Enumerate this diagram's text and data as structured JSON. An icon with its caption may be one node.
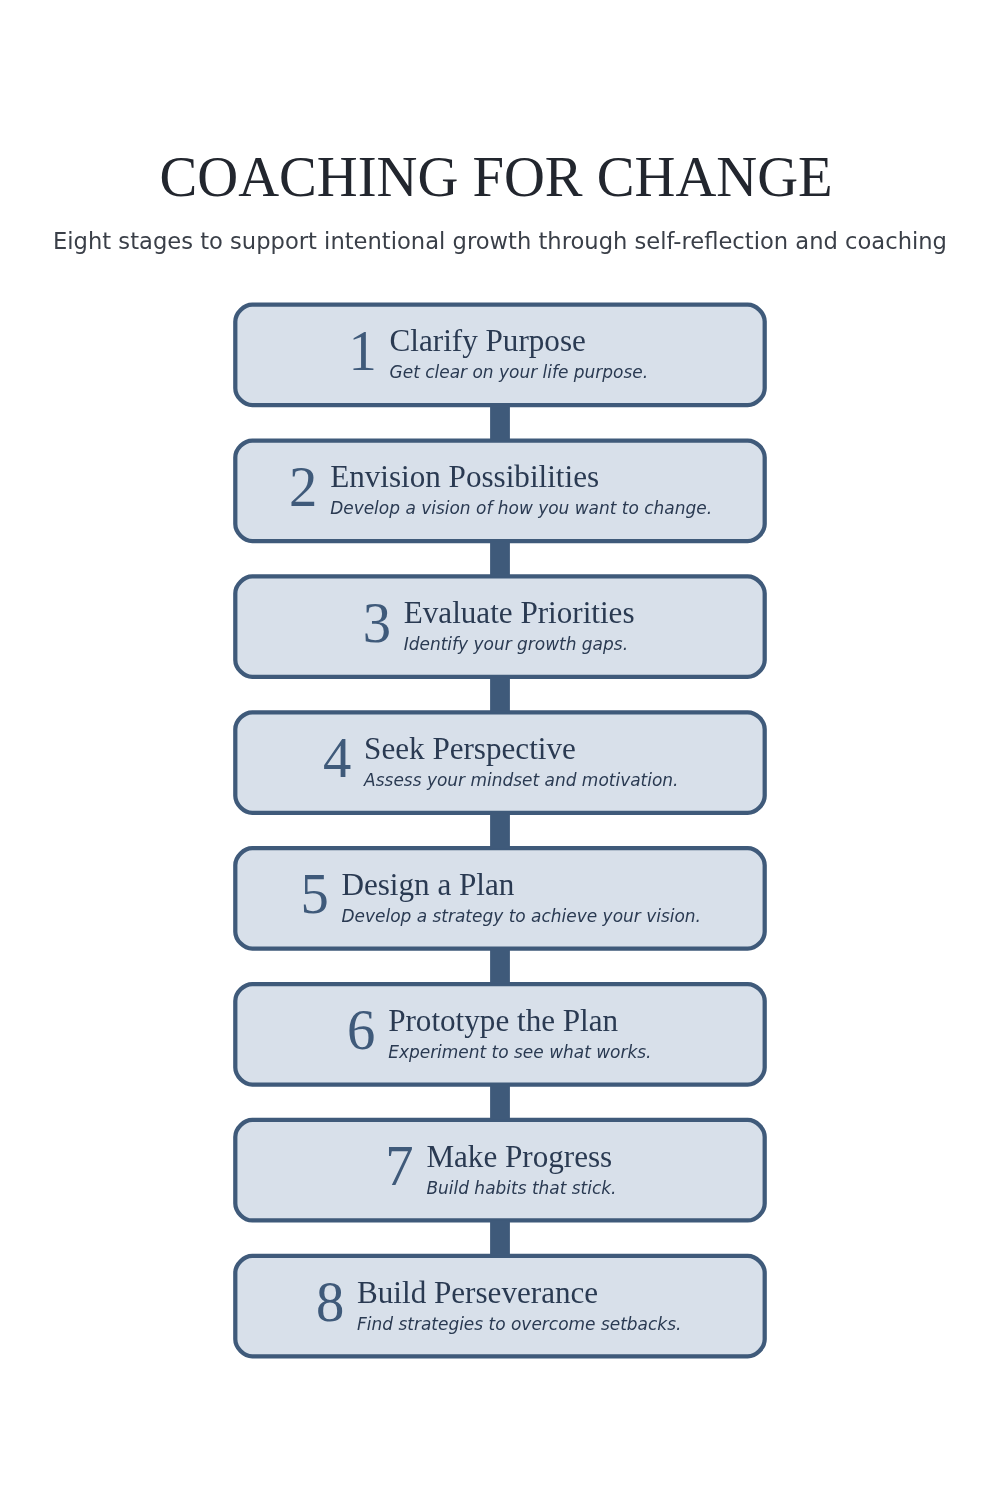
{
  "diagram": {
    "title": "COACHING FOR CHANGE",
    "nodes": [
      {
        "text": [
          "1",
          "Clarify Purpose",
          "Get clear on your life purpose."
        ]
      },
      {
        "text": [
          "2",
          "Envision Possibilities",
          "Develop a vision of how you want to change."
        ]
      },
      {
        "text": [
          "3",
          "Evaluate Priorities",
          "Identify your growth gaps."
        ]
      },
      {
        "text": [
          "4",
          "Seek Perspective",
          "Assess your mindset and motivation."
        ]
      },
      {
        "text": [
          "5",
          "Design a Plan",
          "Develop a strategy to achieve your vision."
        ]
      },
      {
        "text": [
          "6",
          "Prototype the Plan",
          "Experiment to see what works."
        ]
      },
      {
        "text": [
          "7",
          "Make Progress",
          "Build habits that stick."
        ]
      },
      {
        "text": [
          "8",
          "Build Perseverance",
          "Find strategies to overcome setbacks."
        ]
      }
    ],
    "edges": [
      {
        "from": 0,
        "to": 1,
        "arrow": "none"
      },
      {
        "from": 1,
        "to": 2,
        "arrow": "none"
      },
      {
        "from": 2,
        "to": 3,
        "arrow": "none"
      },
      {
        "from": 3,
        "to": 4,
        "arrow": "none"
      },
      {
        "from": 4,
        "to": 5,
        "arrow": "none"
      },
      {
        "from": 5,
        "to": 6,
        "arrow": "none"
      },
      {
        "from": 6,
        "to": 7,
        "arrow": "none"
      }
    ],
    "labels": [
      "Eight stages to support intentional growth through self-reflection and coaching"
    ]
  }
}
